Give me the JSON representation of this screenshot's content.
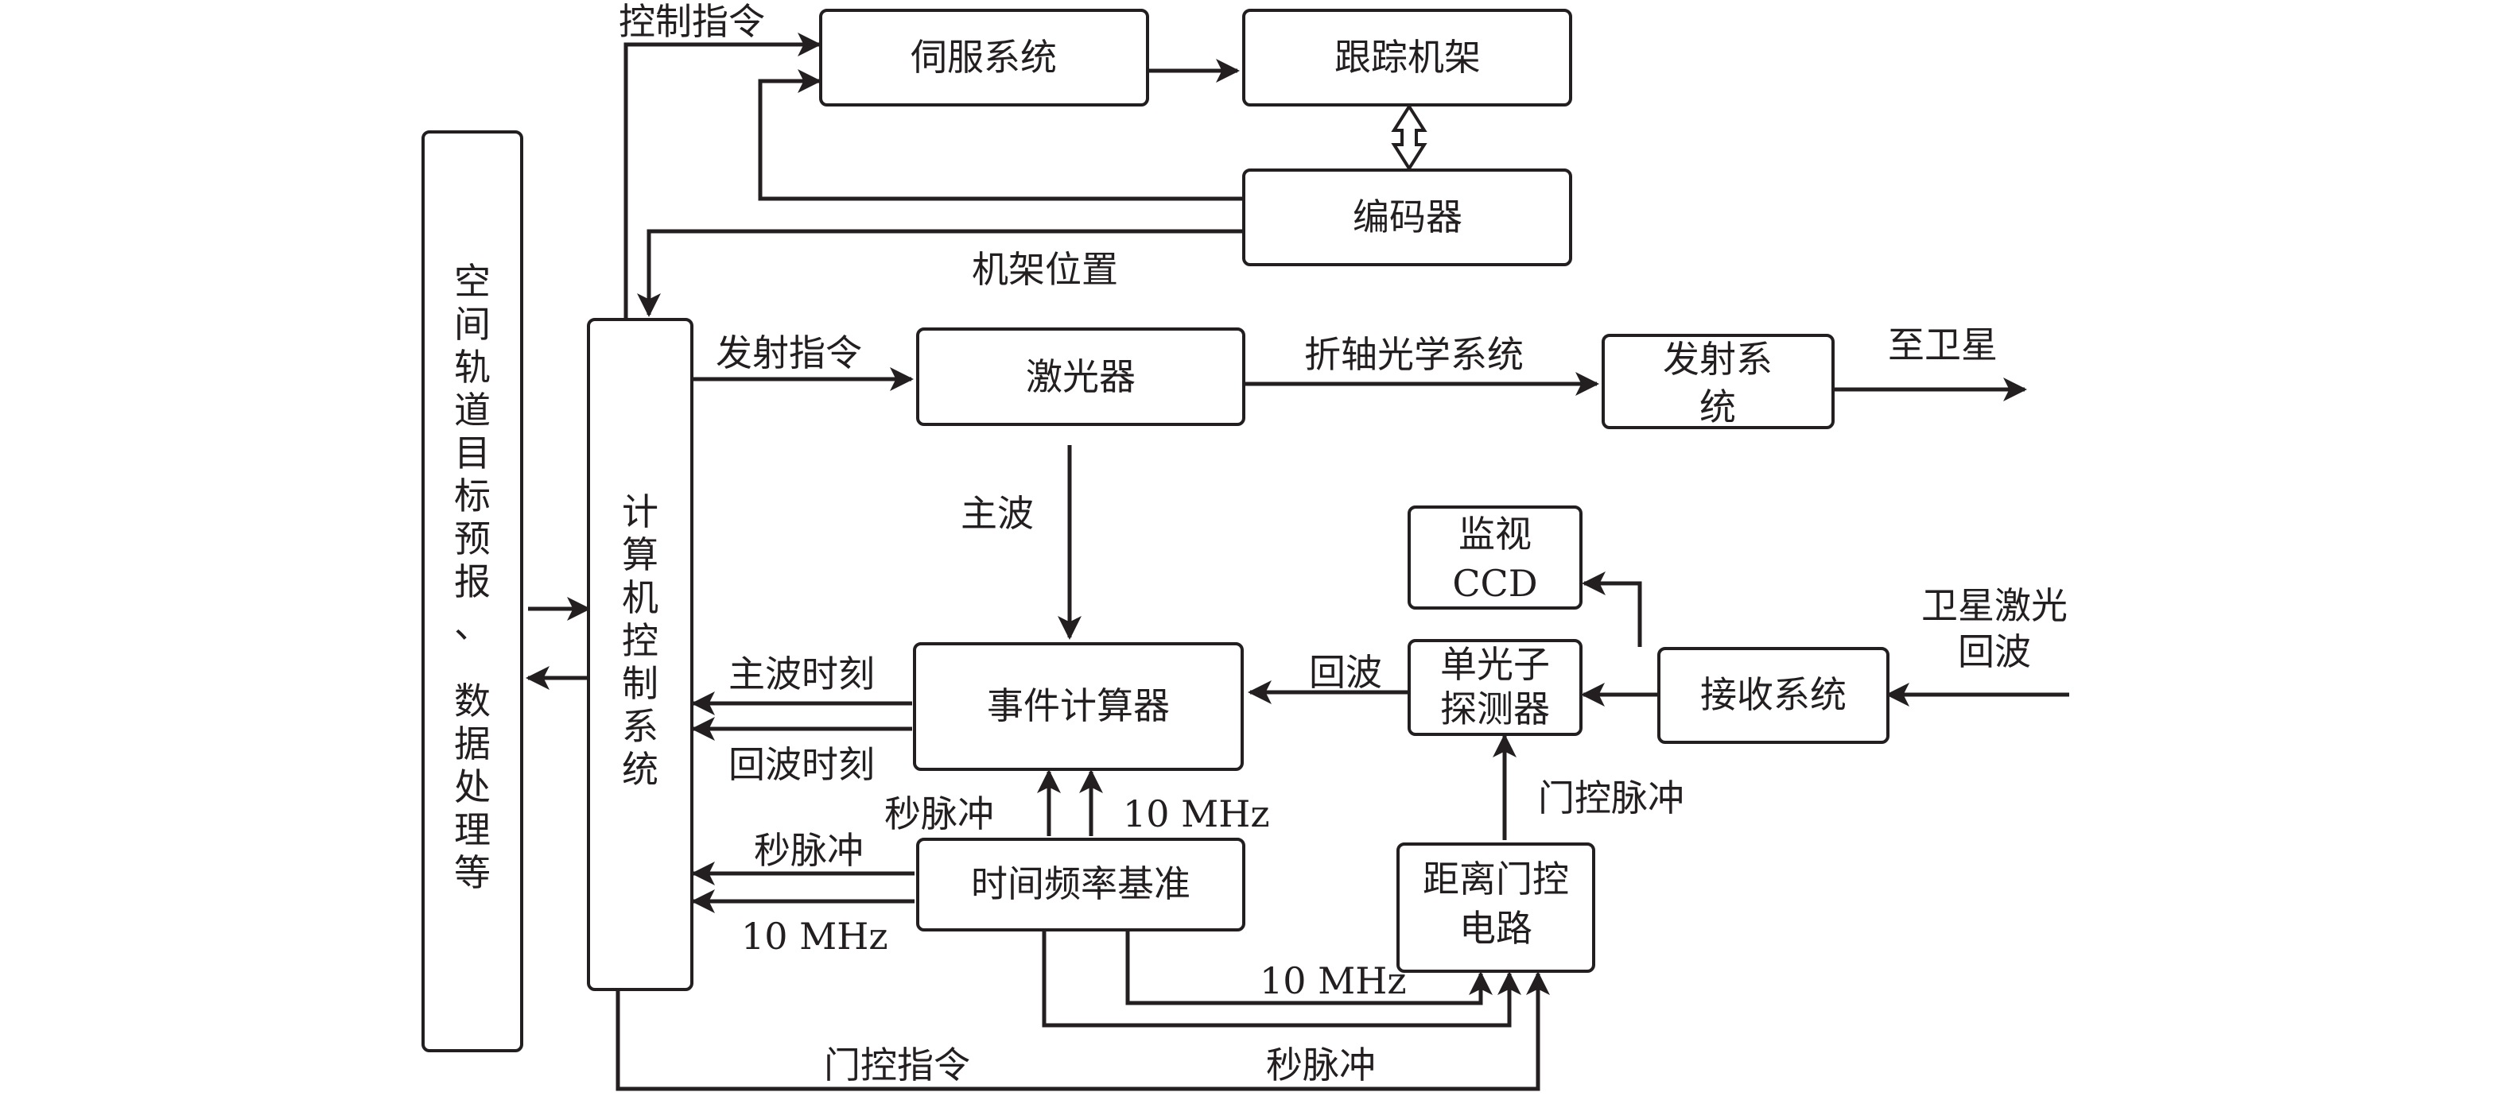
{
  "diagram": {
    "blocks": {
      "prediction": [
        "空",
        "间",
        "轨",
        "道",
        "目",
        "标",
        "预",
        "报",
        "、",
        "数",
        "据",
        "处",
        "理",
        "等"
      ],
      "computer": [
        "计",
        "算",
        "机",
        "控",
        "制",
        "系",
        "统"
      ],
      "servo": "伺服系统",
      "mount": "跟踪机架",
      "encoder": "编码器",
      "laser": "激光器",
      "transmitter_line1": "发射系",
      "transmitter_line2": "统",
      "monitor_line1": "监视",
      "monitor_line2": "CCD",
      "spad_line1": "单光子",
      "spad_line2": "探测器",
      "receiver": "接收系统",
      "event_timer": "事件计算器",
      "time_freq": "时间频率基准",
      "range_gate_line1": "距离门控",
      "range_gate_line2": "电路"
    },
    "labels": {
      "control_cmd": "控制指令",
      "mount_position": "机架位置",
      "fire_cmd": "发射指令",
      "folded_optics": "折轴光学系统",
      "to_satellite": "至卫星",
      "main_pulse": "主波",
      "echo": "回波",
      "sat_echo_line1": "卫星激光",
      "sat_echo_line2": "回波",
      "main_pulse_time": "主波时刻",
      "echo_time": "回波时刻",
      "pps_1": "秒脉冲",
      "tenmhz_1": "10 MHz",
      "pps_2": "秒脉冲",
      "tenmhz_2": "10 MHz",
      "gate_pulse": "门控脉冲",
      "tenmhz_3": "10 MHz",
      "gate_cmd": "门控指令",
      "pps_3": "秒脉冲"
    }
  }
}
